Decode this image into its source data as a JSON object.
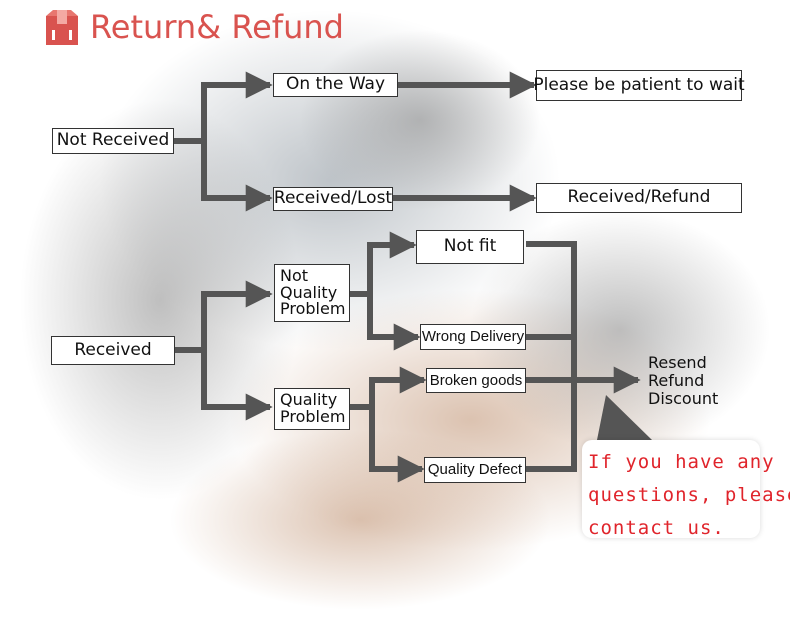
{
  "title": "Return& Refund",
  "icon": "box-icon",
  "colors": {
    "title": "#d9534f",
    "arrows": "#555555",
    "contact_text": "#e0242b"
  },
  "nodes": {
    "not_received": "Not Received",
    "on_the_way": "On the Way",
    "patient_wait": "Please be patient to wait",
    "received_lost": "Received/Lost",
    "received_refund": "Received/Refund",
    "received": "Received",
    "not_quality_problem": [
      "Not",
      "Quality",
      "Problem"
    ],
    "quality_problem": [
      "Quality",
      "Problem"
    ],
    "not_fit": "Not fit",
    "wrong_delivery": "Wrong Delivery",
    "broken_goods": "Broken goods",
    "quality_defect": "Quality Defect"
  },
  "outcome": [
    "Resend",
    "Refund",
    "Discount"
  ],
  "contact": [
    "If you have any",
    "questions, please",
    "contact us."
  ]
}
